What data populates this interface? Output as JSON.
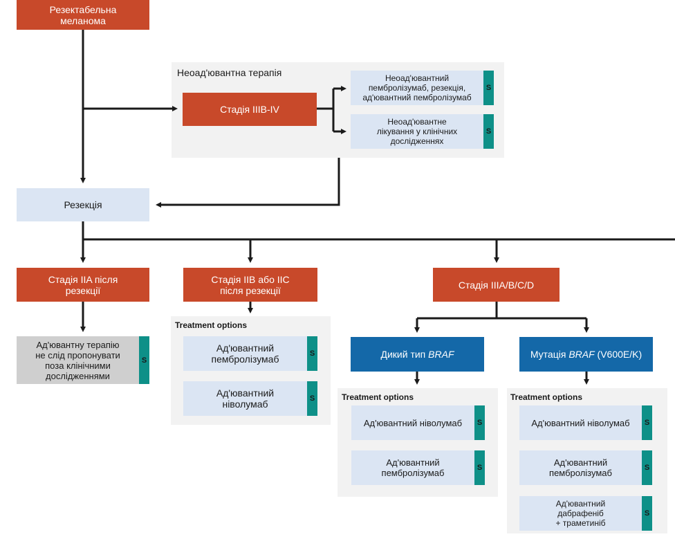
{
  "nodes": {
    "resectable": "Резектабельна\nмеланома",
    "neoadj_panel_title": "Неоад'ювантна терапія",
    "stage_iiib_iv": "Стадія IIIB-IV",
    "neoadj_opt1": "Неоад'ювантний\nпембролізумаб, резекція,\nад'ювантний пембролізумаб",
    "neoadj_opt2": "Неоад'ювантне\nлікування у клінічних\nдослідженнях",
    "resection": "Резекція",
    "stage_iia": "Стадія IIA після\nрезекції",
    "stage_iib_iic": "Стадія IIB або IIC\nпісля резекції",
    "stage_iii": "Стадія IIIA/B/C/D",
    "iia_option": "Ад'ювантну терапію\nне слід пропонувати\nпоза клінічними\nдослідженнями",
    "iib_opt1": "Ад'ювантний\nпембролізумаб",
    "iib_opt2": "Ад'ювантний\nніволумаб",
    "wild_prefix": "Дикий тип ",
    "braf": "BRAF",
    "mut_prefix": "Мутація ",
    "mut_suffix": " (V600E/K)",
    "wt_opt1": "Ад'ювантний ніволумаб",
    "wt_opt2": "Ад'ювантний\nпембролізумаб",
    "mut_opt1": "Ад'ювантний ніволумаб",
    "mut_opt2": "Ад'ювантний\nпембролізумаб",
    "mut_opt3": "Ад'ювантний\nдабрафеніб\n+ траметиніб"
  },
  "labels": {
    "treatment_options": "Treatment options",
    "s_badge": "S"
  },
  "colors": {
    "orange": "#c8492a",
    "blue": "#1468a8",
    "light_blue": "#dbe5f3",
    "teal_badge": "#0e9088",
    "panel_grey": "#f2f2f2"
  }
}
